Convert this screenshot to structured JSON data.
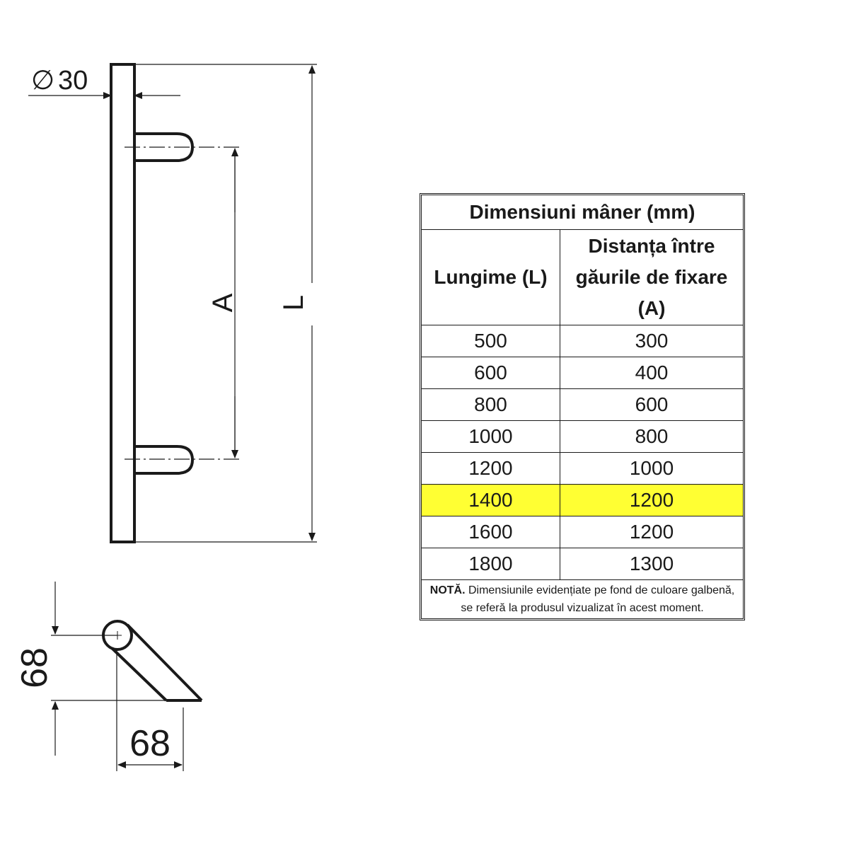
{
  "drawing": {
    "diameter_symbol": "∅",
    "diameter_value": "30",
    "label_A": "A",
    "label_L": "L",
    "depth_value": "68",
    "offset_value": "68"
  },
  "table": {
    "title": "Dimensiuni mâner (mm)",
    "col_length_header": "Lungime (L)",
    "col_distance_header_lines": [
      "Distanța între",
      "găurile de fixare",
      "(A)"
    ],
    "rows": [
      {
        "length": "500",
        "distance": "300",
        "highlighted": false
      },
      {
        "length": "600",
        "distance": "400",
        "highlighted": false
      },
      {
        "length": "800",
        "distance": "600",
        "highlighted": false
      },
      {
        "length": "1000",
        "distance": "800",
        "highlighted": false
      },
      {
        "length": "1200",
        "distance": "1000",
        "highlighted": false
      },
      {
        "length": "1400",
        "distance": "1200",
        "highlighted": true
      },
      {
        "length": "1600",
        "distance": "1200",
        "highlighted": false
      },
      {
        "length": "1800",
        "distance": "1300",
        "highlighted": false
      }
    ],
    "note_label": "NOTĂ.",
    "note_text": " Dimensiunile evidențiate pe fond de culoare galbenă, se referă la produsul vizualizat în acest moment.",
    "highlight_color": "#ffff33"
  }
}
